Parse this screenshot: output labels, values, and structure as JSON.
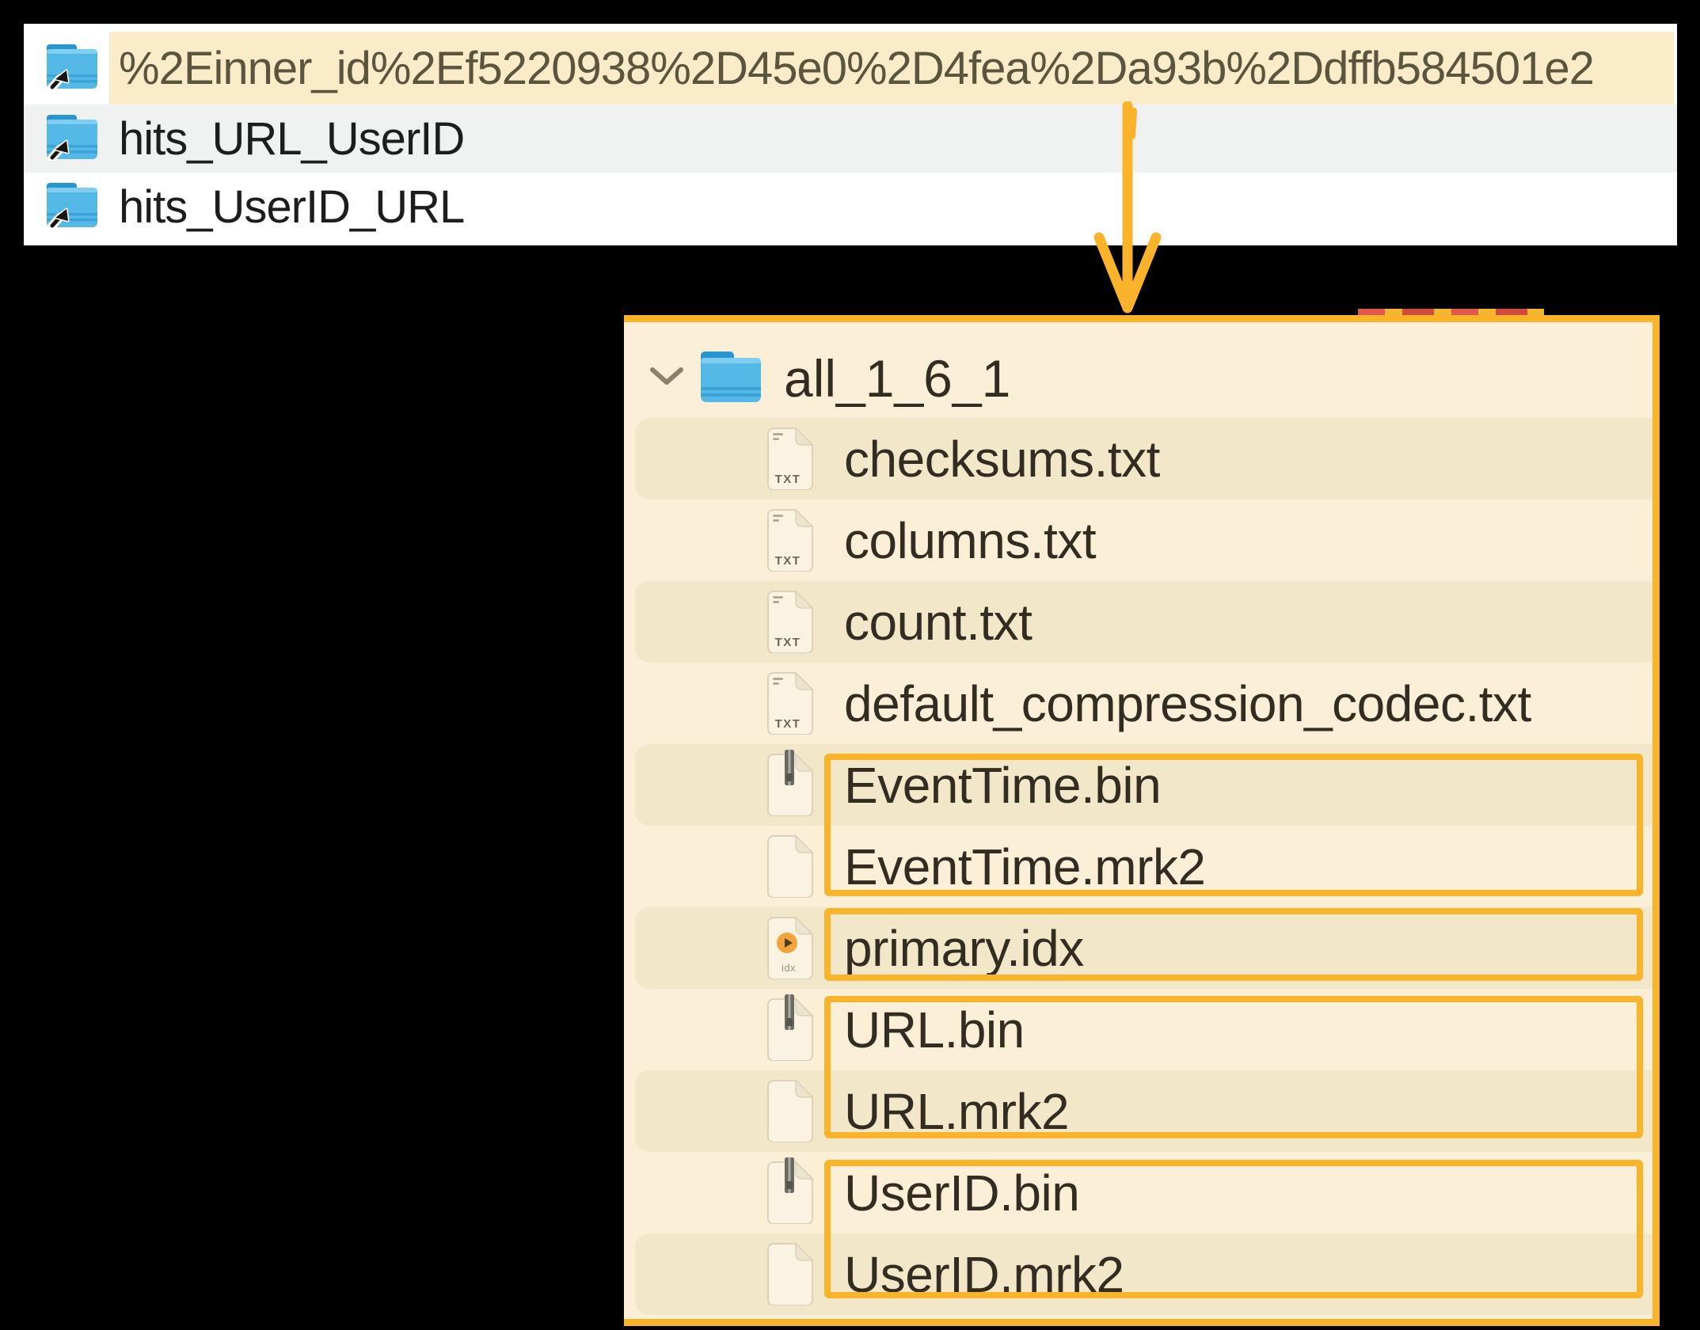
{
  "top_panel": {
    "rows": [
      {
        "label": "%2Einner_id%2Ef5220938%2D45e0%2D4fea%2Da93b%2Ddffb584501e2",
        "icon": "folder-alias",
        "highlighted": true
      },
      {
        "label": "hits_URL_UserID",
        "icon": "folder-alias",
        "highlighted": false
      },
      {
        "label": "hits_UserID_URL",
        "icon": "folder-alias",
        "highlighted": false
      }
    ]
  },
  "arrow": {
    "direction": "down",
    "from": "highlighted-folder-row",
    "to": "tree-panel"
  },
  "tree_panel": {
    "root": {
      "label": "all_1_6_1",
      "icon": "folder",
      "expanded": true
    },
    "files": [
      {
        "label": "checksums.txt",
        "icon": "txt-file",
        "striped": true
      },
      {
        "label": "columns.txt",
        "icon": "txt-file",
        "striped": false
      },
      {
        "label": "count.txt",
        "icon": "txt-file",
        "striped": true
      },
      {
        "label": "default_compression_codec.txt",
        "icon": "txt-file",
        "striped": false
      },
      {
        "label": "EventTime.bin",
        "icon": "bin-file",
        "striped": true
      },
      {
        "label": "EventTime.mrk2",
        "icon": "blank-file",
        "striped": false
      },
      {
        "label": "primary.idx",
        "icon": "idx-file",
        "striped": true
      },
      {
        "label": "URL.bin",
        "icon": "bin-file",
        "striped": false
      },
      {
        "label": "URL.mrk2",
        "icon": "blank-file",
        "striped": true
      },
      {
        "label": "UserID.bin",
        "icon": "bin-file",
        "striped": false
      },
      {
        "label": "UserID.mrk2",
        "icon": "blank-file",
        "striped": true
      }
    ],
    "annotation_boxes": [
      "EventTime.bin + EventTime.mrk2",
      "primary.idx",
      "URL.bin + URL.mrk2",
      "UserID.bin + UserID.mrk2"
    ]
  },
  "icons": {
    "txt_badge": "TXT",
    "idx_badge": "idx"
  },
  "colors": {
    "accent_orange": "#F9B42C",
    "arrow_orange": "#FBB32B",
    "panel_bg": "#FBF0D7",
    "row_stripe": "#F3E7CA",
    "highlight_row": "#FAECC9",
    "alt_row_gray": "#F0F2F1",
    "top_text": "#1D1D1F",
    "highlight_text": "#5C553E",
    "tree_text": "#332D21",
    "folder_blue": "#55B9E8",
    "background": "#000000"
  }
}
